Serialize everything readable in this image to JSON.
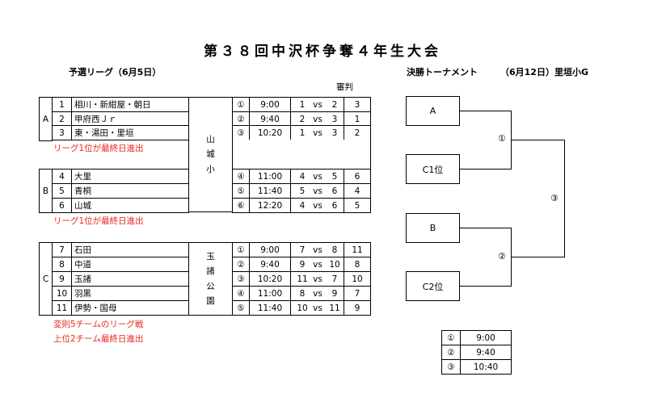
{
  "title": "第３８回中沢杯争奪４年生大会",
  "league": {
    "heading": "予選リーグ（6月5日）",
    "referee_header": "審判",
    "groups": [
      {
        "label": "A",
        "teams": [
          {
            "no": "1",
            "name": "相川・新紺屋・朝日"
          },
          {
            "no": "2",
            "name": "甲府西Ｊｒ"
          },
          {
            "no": "3",
            "name": "東・湯田・里垣"
          }
        ],
        "note": "リーグ1位が最終日進出"
      },
      {
        "label": "B",
        "teams": [
          {
            "no": "4",
            "name": "大里"
          },
          {
            "no": "5",
            "name": "青桐"
          },
          {
            "no": "6",
            "name": "山城"
          }
        ],
        "note": "リーグ1位が最終日進出"
      },
      {
        "label": "C",
        "teams": [
          {
            "no": "7",
            "name": "石田"
          },
          {
            "no": "8",
            "name": "中道"
          },
          {
            "no": "9",
            "name": "玉諸"
          },
          {
            "no": "10",
            "name": "羽黒"
          },
          {
            "no": "11",
            "name": "伊勢・国母"
          }
        ],
        "notes": [
          "変則5チームのリーグ戦",
          "上位2チーム最終日進出"
        ]
      }
    ],
    "venues": [
      {
        "chars": [
          "山",
          "城",
          "小"
        ]
      },
      {
        "chars": [
          "玉",
          "諸",
          "公",
          "園"
        ]
      }
    ],
    "matches_ab": [
      {
        "mark": "①",
        "time": "9:00",
        "home": "1",
        "vs": "vs",
        "away": "2",
        "ref": "3"
      },
      {
        "mark": "②",
        "time": "9:40",
        "home": "2",
        "vs": "vs",
        "away": "3",
        "ref": "1"
      },
      {
        "mark": "③",
        "time": "10:20",
        "home": "1",
        "vs": "vs",
        "away": "3",
        "ref": "2"
      },
      {
        "mark": "④",
        "time": "11:00",
        "home": "4",
        "vs": "vs",
        "away": "5",
        "ref": "6"
      },
      {
        "mark": "⑤",
        "time": "11:40",
        "home": "5",
        "vs": "vs",
        "away": "6",
        "ref": "4"
      },
      {
        "mark": "⑥",
        "time": "12:20",
        "home": "4",
        "vs": "vs",
        "away": "6",
        "ref": "5"
      }
    ],
    "matches_c": [
      {
        "mark": "①",
        "time": "9:00",
        "home": "7",
        "vs": "vs",
        "away": "8",
        "ref": "11"
      },
      {
        "mark": "②",
        "time": "9:40",
        "home": "9",
        "vs": "vs",
        "away": "10",
        "ref": "8"
      },
      {
        "mark": "③",
        "time": "10:20",
        "home": "11",
        "vs": "vs",
        "away": "7",
        "ref": "10"
      },
      {
        "mark": "④",
        "time": "11:00",
        "home": "8",
        "vs": "vs",
        "away": "9",
        "ref": "7"
      },
      {
        "mark": "⑤",
        "time": "11:40",
        "home": "10",
        "vs": "vs",
        "away": "11",
        "ref": "9"
      }
    ]
  },
  "final": {
    "heading": "決勝トーナメント",
    "date": "（6月12日）里垣小G",
    "slots": [
      "A",
      "C1位",
      "B",
      "C2位"
    ],
    "match_marks": [
      "①",
      "②",
      "③"
    ],
    "schedule": [
      {
        "mark": "①",
        "time": "9:00"
      },
      {
        "mark": "②",
        "time": "9:40"
      },
      {
        "mark": "③",
        "time": "10:40"
      }
    ]
  }
}
